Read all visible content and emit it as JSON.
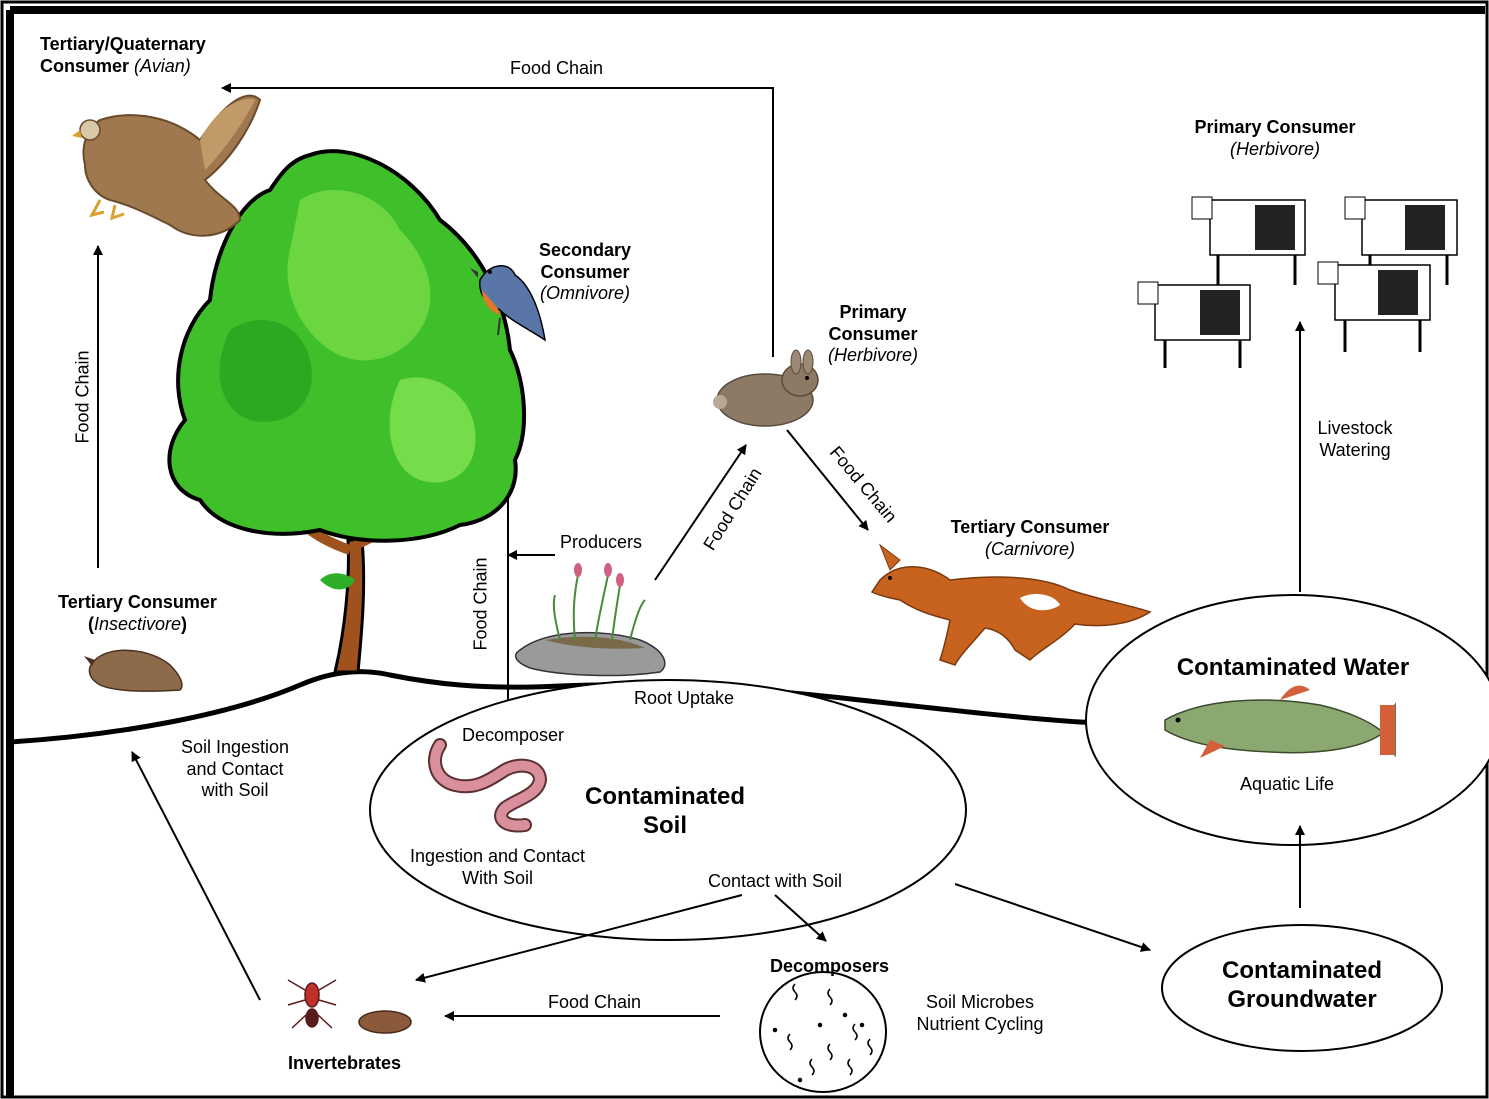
{
  "labels": {
    "tertiary_quaternary_l1": "Tertiary/Quaternary",
    "tertiary_quaternary_l2": "Consumer",
    "avian": "(Avian)",
    "secondary_l1": "Secondary",
    "secondary_l2": "Consumer",
    "omnivore": "(Omnivore)",
    "primary_rabbit_l1": "Primary",
    "primary_rabbit_l2": "Consumer",
    "herbivore_rabbit": "(Herbivore)",
    "primary_cow": "Primary Consumer",
    "herbivore_cow": "(Herbivore)",
    "tertiary_fox": "Tertiary Consumer",
    "carnivore": "(Carnivore)",
    "tertiary_mole": "Tertiary Consumer",
    "insectivore_open": "(",
    "insectivore": "Insectivore",
    "insectivore_close": ")",
    "producers": "Producers",
    "root_uptake": "Root Uptake",
    "decomposer": "Decomposer",
    "contaminated_soil_l1": "Contaminated",
    "contaminated_soil_l2": "Soil",
    "ingestion_contact_l1": "Ingestion and Contact",
    "ingestion_contact_l2": "With Soil",
    "contact_with_soil": "Contact with Soil",
    "soil_ingestion_l1": "Soil Ingestion",
    "soil_ingestion_l2": "and Contact",
    "soil_ingestion_l3": "with Soil",
    "decomposers": "Decomposers",
    "soil_microbes_l1": "Soil Microbes",
    "soil_microbes_l2": "Nutrient Cycling",
    "invertebrates": "Invertebrates",
    "contaminated_water": "Contaminated Water",
    "aquatic_life": "Aquatic Life",
    "contaminated_groundwater_l1": "Contaminated",
    "contaminated_groundwater_l2": "Groundwater",
    "livestock_l1": "Livestock",
    "livestock_l2": "Watering",
    "food_chain_top": "Food Chain",
    "food_chain_left": "Food Chain",
    "food_chain_tree": "Food Chain",
    "food_chain_diag_up": "Food Chain",
    "food_chain_diag_down": "Food Chain",
    "food_chain_bottom": "Food Chain"
  },
  "colors": {
    "tree_green": "#3fbf2a",
    "tree_light": "#7fe04a",
    "trunk": "#a0521e",
    "fox": "#c8621f",
    "cow_black": "#222222",
    "fish_body": "#8aa870",
    "fish_fin": "#d4603a",
    "bird_brown": "#a07850",
    "rabbit": "#8c7a66",
    "worm": "#d98f9c",
    "ground_line": "#000000"
  }
}
